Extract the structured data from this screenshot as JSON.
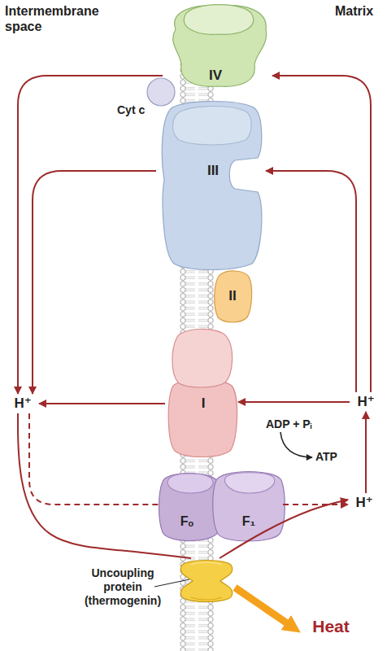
{
  "diagram": {
    "nodes": [
      {
        "text": [
          "IV"
        ]
      },
      {
        "text": [
          "Cyt c"
        ]
      },
      {
        "text": [
          "III"
        ]
      },
      {
        "text": [
          "II"
        ]
      },
      {
        "text": [
          "H⁺"
        ]
      },
      {
        "text": [
          "I"
        ]
      },
      {
        "text": [
          "H⁺"
        ]
      },
      {
        "text": [
          "Fₒ",
          "F₁"
        ]
      },
      {
        "text": [
          "H⁺"
        ]
      },
      {
        "text": [
          "Uncoupling protein (thermogenin)"
        ]
      },
      {
        "text": [
          "Heat"
        ]
      }
    ],
    "edges": [
      {
        "from": 6,
        "to": 5,
        "arrow": "to"
      },
      {
        "from": 5,
        "to": 4,
        "arrow": "to"
      },
      {
        "from": 6,
        "to": 0,
        "arrow": "to"
      },
      {
        "from": 6,
        "to": 2,
        "arrow": "to"
      },
      {
        "from": 0,
        "to": 4,
        "arrow": "to"
      },
      {
        "from": 2,
        "to": 4,
        "arrow": "to"
      },
      {
        "from": 4,
        "to": 7,
        "arrow": "none"
      },
      {
        "from": 7,
        "to": 8,
        "arrow": "to"
      },
      {
        "from": 8,
        "to": 6,
        "arrow": "to"
      },
      {
        "from": 4,
        "to": 9,
        "arrow": "none"
      },
      {
        "from": 9,
        "to": 8,
        "arrow": "to"
      },
      {
        "from": 9,
        "to": 10,
        "arrow": "to"
      }
    ],
    "labels": [
      "Intermembrane space",
      "Matrix",
      "ADP + Pᵢ",
      "ATP"
    ]
  }
}
